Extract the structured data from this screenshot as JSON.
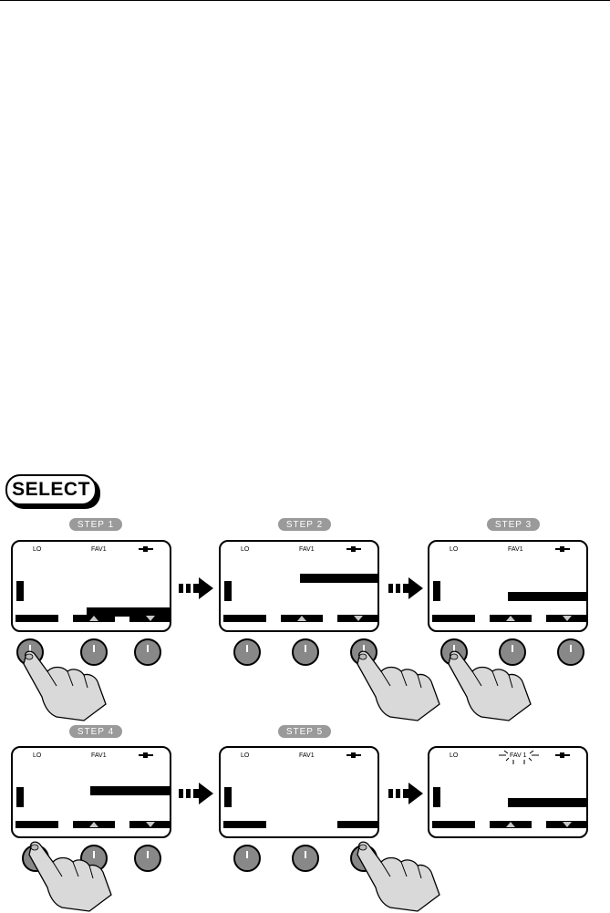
{
  "select_label": "SELECT",
  "steps": [
    "STEP   1",
    "STEP   2",
    "STEP   3",
    "STEP   4",
    "STEP   5"
  ],
  "screen": {
    "left_label": "LO",
    "center_label": "FAV1",
    "center_label_blink": "FAV  1"
  },
  "colors": {
    "pill": "#9a9a9a",
    "knob": "#888888",
    "ink": "#000000"
  }
}
